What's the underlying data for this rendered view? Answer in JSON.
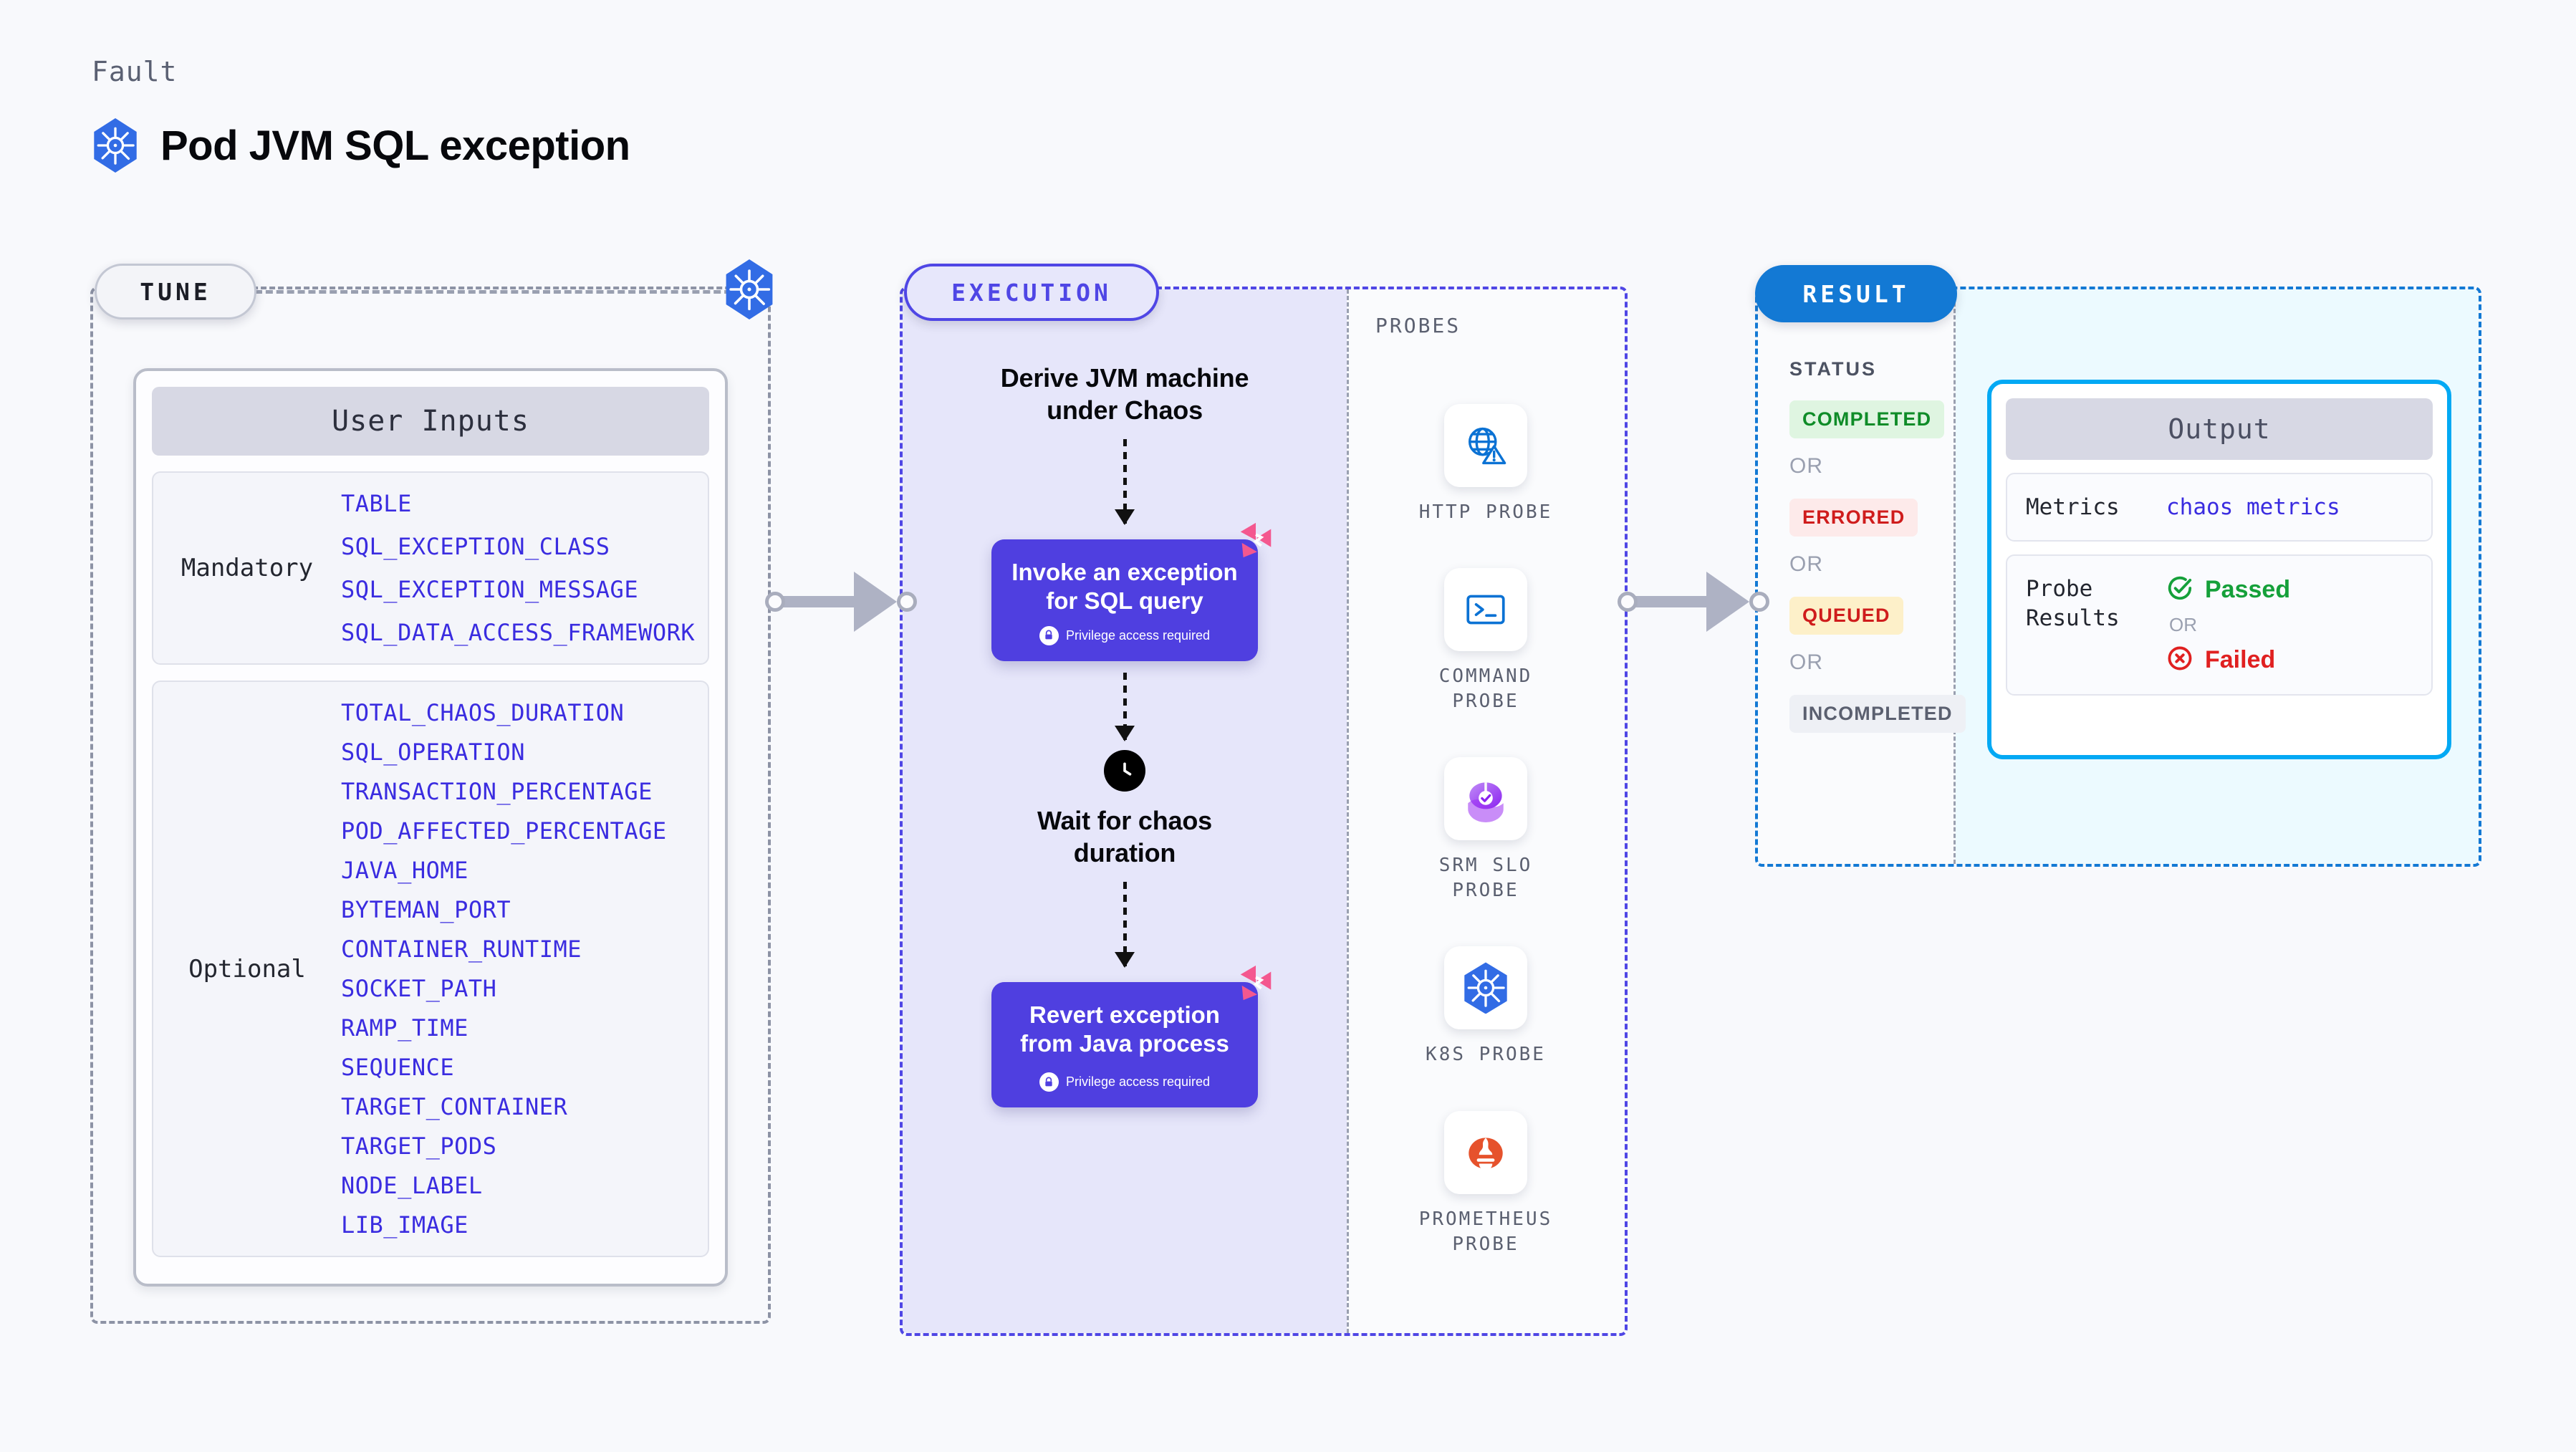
{
  "header": {
    "kicker": "Fault",
    "title": "Pod JVM SQL exception",
    "icon": "kubernetes-icon"
  },
  "tune": {
    "badge": "TUNE",
    "corner_icon": "kubernetes-icon",
    "card_title": "User Inputs",
    "groups": [
      {
        "label": "Mandatory",
        "params": [
          "TABLE",
          "SQL_EXCEPTION_CLASS",
          "SQL_EXCEPTION_MESSAGE",
          "SQL_DATA_ACCESS_FRAMEWORK"
        ]
      },
      {
        "label": "Optional",
        "params": [
          "TOTAL_CHAOS_DURATION",
          "SQL_OPERATION",
          "TRANSACTION_PERCENTAGE",
          "POD_AFFECTED_PERCENTAGE",
          "JAVA_HOME",
          "BYTEMAN_PORT",
          "CONTAINER_RUNTIME",
          "SOCKET_PATH",
          "RAMP_TIME",
          "SEQUENCE",
          "TARGET_CONTAINER",
          "TARGET_PODS",
          "NODE_LABEL",
          "LIB_IMAGE"
        ]
      }
    ]
  },
  "execution": {
    "badge": "EXECUTION",
    "step_1_text": "Derive JVM machine\nunder Chaos",
    "step_2": {
      "title": "Invoke an exception\nfor SQL query",
      "privilege_note": "Privilege access required",
      "privilege_icon": "lock-icon",
      "corner_icon": "litmus-logo-icon"
    },
    "step_3": {
      "icon": "clock-icon",
      "text": "Wait for chaos\nduration"
    },
    "step_4": {
      "title": "Revert exception\nfrom Java process",
      "privilege_note": "Privilege access required",
      "privilege_icon": "lock-icon",
      "corner_icon": "litmus-logo-icon"
    }
  },
  "probes": {
    "heading": "PROBES",
    "items": [
      {
        "label": "HTTP PROBE",
        "icon": "globe-warning-icon"
      },
      {
        "label": "COMMAND\nPROBE",
        "icon": "terminal-icon"
      },
      {
        "label": "SRM SLO\nPROBE",
        "icon": "srm-slo-icon"
      },
      {
        "label": "K8S PROBE",
        "icon": "kubernetes-icon"
      },
      {
        "label": "PROMETHEUS\nPROBE",
        "icon": "prometheus-icon"
      }
    ]
  },
  "result": {
    "badge": "RESULT",
    "status_heading": "STATUS",
    "or_label": "OR",
    "statuses": [
      {
        "label": "COMPLETED",
        "bg": "#dff5e1",
        "fg": "#0f8c28"
      },
      {
        "label": "ERRORED",
        "bg": "#fdeaea",
        "fg": "#cf1c1c"
      },
      {
        "label": "QUEUED",
        "bg": "#fdf0c9",
        "fg": "#cf1c1c"
      },
      {
        "label": "INCOMPLETED",
        "bg": "#eef0f5",
        "fg": "#5b6070"
      }
    ],
    "output": {
      "title": "Output",
      "metrics_key": "Metrics",
      "metrics_value": "chaos metrics",
      "probe_key": "Probe\nResults",
      "passed_label": "Passed",
      "passed_icon": "check-circle-icon",
      "or_label": "OR",
      "failed_label": "Failed",
      "failed_icon": "x-circle-icon"
    }
  },
  "colors": {
    "accent_violet": "#4f46e5",
    "accent_blue": "#1379d4",
    "param_blue": "#3a2ce0",
    "k8s_blue": "#326ce5",
    "litmus_pink": "#f4588f",
    "cyan": "#03a9f4"
  }
}
